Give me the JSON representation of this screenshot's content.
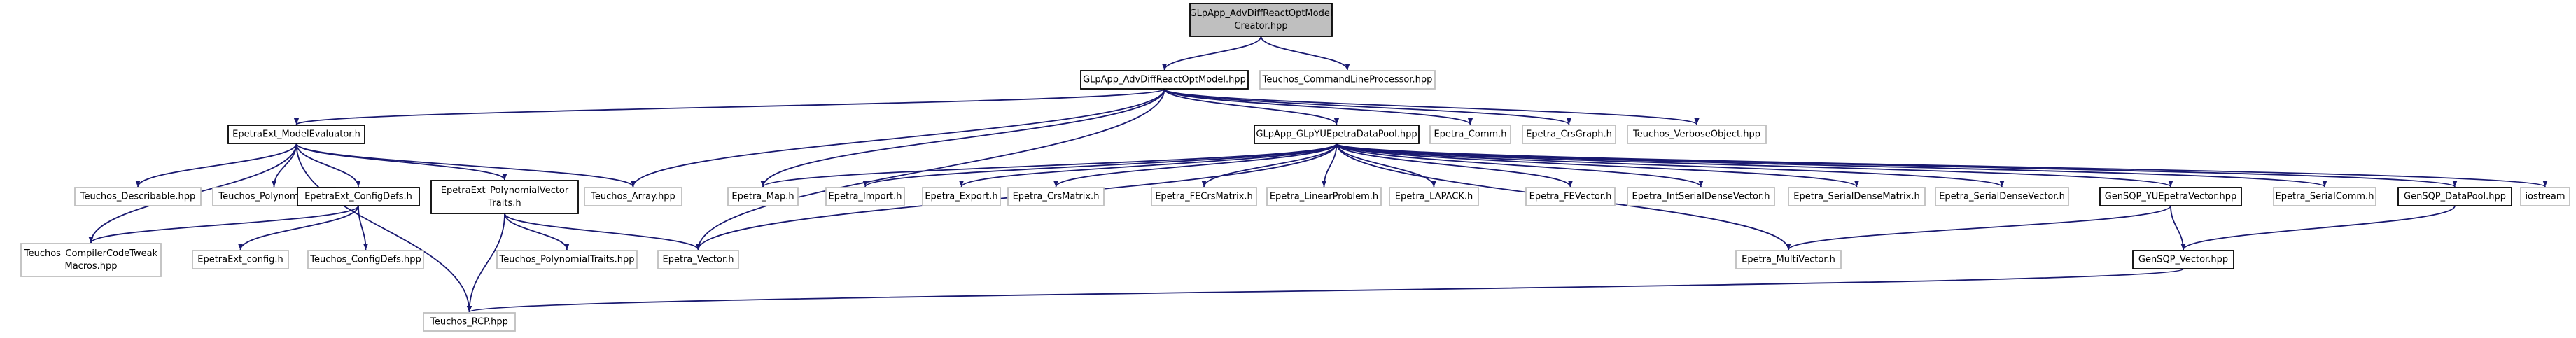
{
  "colors": {
    "edge": "#191970",
    "root_fill": "#bfbfbf",
    "default_fill": "#ffffff",
    "black_border": "#000000",
    "gray_border": "#bfbfbf",
    "text": "#000000"
  },
  "nodes": [
    {
      "id": "root",
      "lines": [
        "GLpApp_AdvDiffReactOptModel",
        "Creator.hpp"
      ],
      "style": "root"
    },
    {
      "id": "advdiff",
      "lines": [
        "GLpApp_AdvDiffReactOptModel.hpp"
      ],
      "style": "black"
    },
    {
      "id": "cmdline",
      "lines": [
        "Teuchos_CommandLineProcessor.hpp"
      ],
      "style": "gray"
    },
    {
      "id": "modeleval",
      "lines": [
        "EpetraExt_ModelEvaluator.h"
      ],
      "style": "black"
    },
    {
      "id": "glpyu",
      "lines": [
        "GLpApp_GLpYUEpetraDataPool.hpp"
      ],
      "style": "black"
    },
    {
      "id": "comm",
      "lines": [
        "Epetra_Comm.h"
      ],
      "style": "gray"
    },
    {
      "id": "crsgraph",
      "lines": [
        "Epetra_CrsGraph.h"
      ],
      "style": "gray"
    },
    {
      "id": "verbose",
      "lines": [
        "Teuchos_VerboseObject.hpp"
      ],
      "style": "gray"
    },
    {
      "id": "describable",
      "lines": [
        "Teuchos_Describable.hpp"
      ],
      "style": "gray"
    },
    {
      "id": "polynomial",
      "lines": [
        "Teuchos_Polynomial.hpp"
      ],
      "style": "gray"
    },
    {
      "id": "configdefs",
      "lines": [
        "EpetraExt_ConfigDefs.h"
      ],
      "style": "black"
    },
    {
      "id": "polyvec",
      "lines": [
        "EpetraExt_PolynomialVector",
        "Traits.h"
      ],
      "style": "black"
    },
    {
      "id": "array",
      "lines": [
        "Teuchos_Array.hpp"
      ],
      "style": "gray"
    },
    {
      "id": "map",
      "lines": [
        "Epetra_Map.h"
      ],
      "style": "gray"
    },
    {
      "id": "import",
      "lines": [
        "Epetra_Import.h"
      ],
      "style": "gray"
    },
    {
      "id": "export",
      "lines": [
        "Epetra_Export.h"
      ],
      "style": "gray"
    },
    {
      "id": "crsmatrix",
      "lines": [
        "Epetra_CrsMatrix.h"
      ],
      "style": "gray"
    },
    {
      "id": "fecrsmatrix",
      "lines": [
        "Epetra_FECrsMatrix.h"
      ],
      "style": "gray"
    },
    {
      "id": "linearproblem",
      "lines": [
        "Epetra_LinearProblem.h"
      ],
      "style": "gray"
    },
    {
      "id": "lapack",
      "lines": [
        "Epetra_LAPACK.h"
      ],
      "style": "gray"
    },
    {
      "id": "fevector",
      "lines": [
        "Epetra_FEVector.h"
      ],
      "style": "gray"
    },
    {
      "id": "intserial",
      "lines": [
        "Epetra_IntSerialDenseVector.h"
      ],
      "style": "gray"
    },
    {
      "id": "serialmatrix",
      "lines": [
        "Epetra_SerialDenseMatrix.h"
      ],
      "style": "gray"
    },
    {
      "id": "serialvector",
      "lines": [
        "Epetra_SerialDenseVector.h"
      ],
      "style": "gray"
    },
    {
      "id": "yuepetravec",
      "lines": [
        "GenSQP_YUEpetraVector.hpp"
      ],
      "style": "black"
    },
    {
      "id": "serialcomm",
      "lines": [
        "Epetra_SerialComm.h"
      ],
      "style": "gray"
    },
    {
      "id": "datapool",
      "lines": [
        "GenSQP_DataPool.hpp"
      ],
      "style": "black"
    },
    {
      "id": "iostream",
      "lines": [
        "iostream"
      ],
      "style": "gray"
    },
    {
      "id": "compilerTweak",
      "lines": [
        "Teuchos_CompilerCodeTweak",
        "Macros.hpp"
      ],
      "style": "gray"
    },
    {
      "id": "extconfig",
      "lines": [
        "EpetraExt_config.h"
      ],
      "style": "gray"
    },
    {
      "id": "teuchosconfigdefs",
      "lines": [
        "Teuchos_ConfigDefs.hpp"
      ],
      "style": "gray"
    },
    {
      "id": "polytraits",
      "lines": [
        "Teuchos_PolynomialTraits.hpp"
      ],
      "style": "gray"
    },
    {
      "id": "epetravector",
      "lines": [
        "Epetra_Vector.h"
      ],
      "style": "gray"
    },
    {
      "id": "multivector",
      "lines": [
        "Epetra_MultiVector.h"
      ],
      "style": "gray"
    },
    {
      "id": "gensqpvector",
      "lines": [
        "GenSQP_Vector.hpp"
      ],
      "style": "black"
    },
    {
      "id": "rcp",
      "lines": [
        "Teuchos_RCP.hpp"
      ],
      "style": "gray"
    }
  ],
  "edges": [
    [
      "root",
      "advdiff"
    ],
    [
      "root",
      "cmdline"
    ],
    [
      "advdiff",
      "modeleval"
    ],
    [
      "advdiff",
      "glpyu"
    ],
    [
      "advdiff",
      "map"
    ],
    [
      "advdiff",
      "epetravector"
    ],
    [
      "advdiff",
      "comm"
    ],
    [
      "advdiff",
      "crsgraph"
    ],
    [
      "advdiff",
      "verbose"
    ],
    [
      "advdiff",
      "array"
    ],
    [
      "modeleval",
      "describable"
    ],
    [
      "modeleval",
      "polynomial"
    ],
    [
      "modeleval",
      "configdefs"
    ],
    [
      "modeleval",
      "polyvec"
    ],
    [
      "modeleval",
      "array"
    ],
    [
      "modeleval",
      "compilerTweak"
    ],
    [
      "modeleval",
      "rcp"
    ],
    [
      "configdefs",
      "compilerTweak"
    ],
    [
      "configdefs",
      "extconfig"
    ],
    [
      "configdefs",
      "teuchosconfigdefs"
    ],
    [
      "polyvec",
      "polytraits"
    ],
    [
      "polyvec",
      "epetravector"
    ],
    [
      "polyvec",
      "rcp"
    ],
    [
      "glpyu",
      "map"
    ],
    [
      "glpyu",
      "import"
    ],
    [
      "glpyu",
      "export"
    ],
    [
      "glpyu",
      "crsmatrix"
    ],
    [
      "glpyu",
      "fecrsmatrix"
    ],
    [
      "glpyu",
      "linearproblem"
    ],
    [
      "glpyu",
      "lapack"
    ],
    [
      "glpyu",
      "fevector"
    ],
    [
      "glpyu",
      "intserial"
    ],
    [
      "glpyu",
      "serialmatrix"
    ],
    [
      "glpyu",
      "serialvector"
    ],
    [
      "glpyu",
      "yuepetravec"
    ],
    [
      "glpyu",
      "serialcomm"
    ],
    [
      "glpyu",
      "datapool"
    ],
    [
      "glpyu",
      "iostream"
    ],
    [
      "glpyu",
      "epetravector"
    ],
    [
      "glpyu",
      "multivector"
    ],
    [
      "yuepetravec",
      "multivector"
    ],
    [
      "yuepetravec",
      "gensqpvector"
    ],
    [
      "datapool",
      "gensqpvector"
    ],
    [
      "gensqpvector",
      "rcp"
    ]
  ]
}
